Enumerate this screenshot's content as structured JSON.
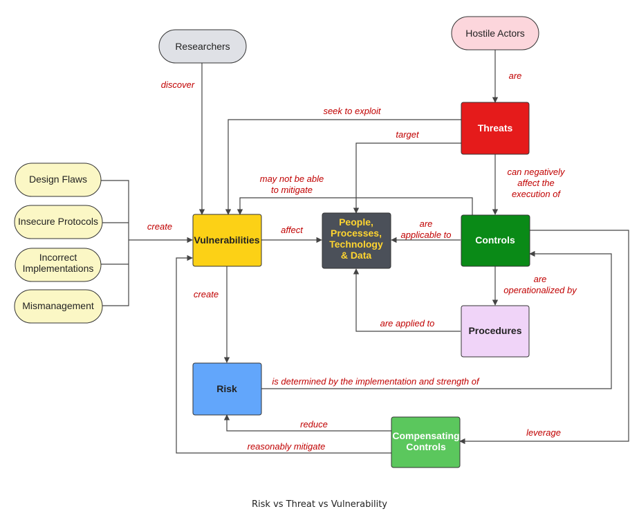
{
  "caption": "Risk vs Threat vs Vulnerability",
  "colors": {
    "researchers": "#dfe1e6",
    "hostile_actors": "#fcd6dc",
    "flaw_nodes": "#fbf7c5",
    "vulnerabilities": "#fcd116",
    "assets": "#4b5059",
    "assets_text": "#ffd530",
    "threats": "#e51b1b",
    "controls": "#0a8a17",
    "procedures": "#f0d4f8",
    "risk": "#62a6fb",
    "compensating": "#5bc75d",
    "edge_label": "#c00000"
  },
  "nodes": {
    "researchers": "Researchers",
    "hostile_actors": "Hostile Actors",
    "design_flaws": "Design Flaws",
    "insecure_protocols": "Insecure Protocols",
    "incorrect_implementations": [
      "Incorrect",
      "Implementations"
    ],
    "mismanagement": "Mismanagement",
    "vulnerabilities": "Vulnerabilities",
    "assets": [
      "People,",
      "Processes,",
      "Technology",
      "& Data"
    ],
    "threats": "Threats",
    "controls": "Controls",
    "procedures": "Procedures",
    "risk": "Risk",
    "compensating_controls": [
      "Compensating",
      "Controls"
    ]
  },
  "edges": {
    "discover": "discover",
    "are": "are",
    "seek_to_exploit": "seek to exploit",
    "target": "target",
    "can_negatively": [
      "can negatively",
      "affect the",
      "execution of"
    ],
    "may_not_mitigate": [
      "may not be able",
      "to mitigate"
    ],
    "create_flaws": "create",
    "affect": "affect",
    "are_applicable": [
      "are",
      "applicable to"
    ],
    "are_operationalized": [
      "are",
      "operationalized by"
    ],
    "create_risk": "create",
    "are_applied_to": "are applied to",
    "is_determined": "is determined by the implementation and strength of",
    "reduce": "reduce",
    "leverage": "leverage",
    "reasonably_mitigate": "reasonably mitigate"
  }
}
